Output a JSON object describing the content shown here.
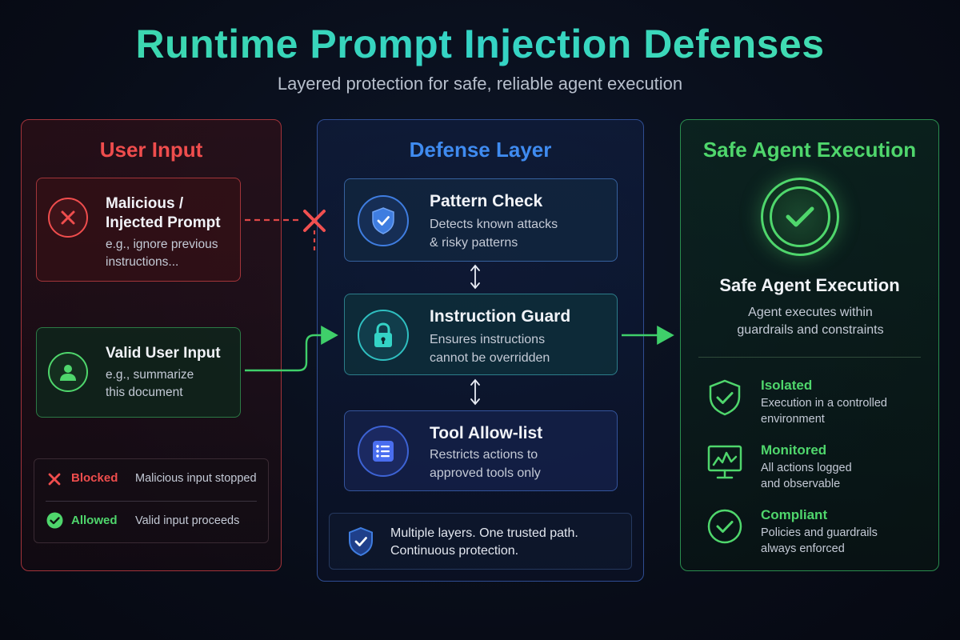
{
  "title": "Runtime Prompt Injection Defenses",
  "subtitle": "Layered protection for safe, reliable agent execution",
  "left": {
    "heading": "User Input",
    "malicious": {
      "title_line1": "Malicious /",
      "title_line2": "Injected Prompt",
      "desc_line1": "e.g., ignore previous",
      "desc_line2": "instructions..."
    },
    "valid": {
      "title": "Valid User Input",
      "desc_line1": "e.g., summarize",
      "desc_line2": "this document"
    },
    "legend": [
      {
        "label": "Blocked",
        "text": "Malicious input stopped"
      },
      {
        "label": "Allowed",
        "text": "Valid input proceeds"
      }
    ]
  },
  "middle": {
    "heading": "Defense Layer",
    "layers": [
      {
        "title": "Pattern Check",
        "desc_line1": "Detects known attacks",
        "desc_line2": "& risky patterns",
        "icon": "shield-check-icon"
      },
      {
        "title": "Instruction Guard",
        "desc_line1": "Ensures instructions",
        "desc_line2": "cannot be overridden",
        "icon": "lock-icon"
      },
      {
        "title": "Tool Allow-list",
        "desc_line1": "Restricts actions to",
        "desc_line2": "approved tools only",
        "icon": "list-icon"
      }
    ],
    "footer_line1": "Multiple layers. One trusted path.",
    "footer_line2": "Continuous protection."
  },
  "right": {
    "heading": "Safe Agent Execution",
    "exec_title": "Safe Agent Execution",
    "exec_desc_line1": "Agent executes within",
    "exec_desc_line2": "guardrails and constraints",
    "features": [
      {
        "title": "Isolated",
        "desc_line1": "Execution in a controlled",
        "desc_line2": "environment",
        "icon": "shield-check-icon"
      },
      {
        "title": "Monitored",
        "desc_line1": "All actions logged",
        "desc_line2": "and observable",
        "icon": "monitor-icon"
      },
      {
        "title": "Compliant",
        "desc_line1": "Policies and guardrails",
        "desc_line2": "always enforced",
        "icon": "check-circle-icon"
      }
    ]
  },
  "colors": {
    "red": "#ef4d4d",
    "blue": "#3f8bf0",
    "green": "#4fd66c",
    "teal": "#34d3c6"
  }
}
